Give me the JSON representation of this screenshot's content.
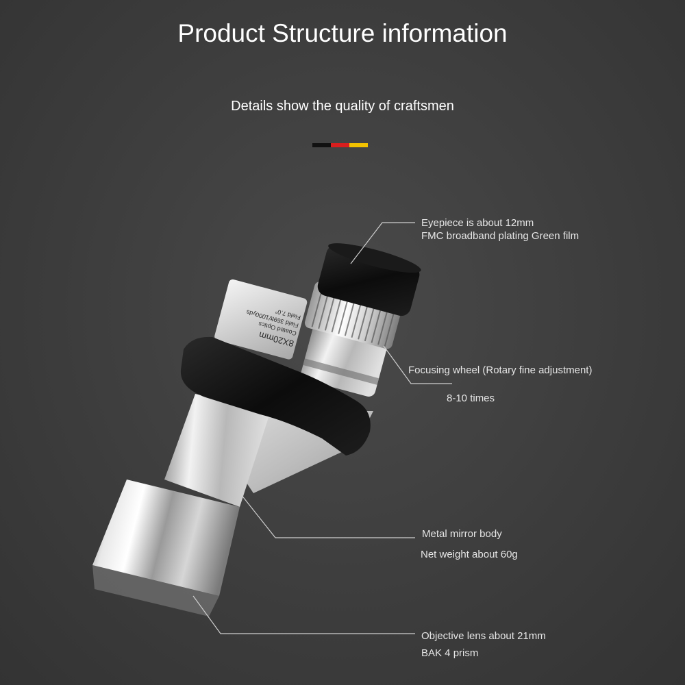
{
  "header": {
    "title": "Product Structure information",
    "subtitle": "Details show the quality of craftsmen"
  },
  "flag_stripes": [
    "#111111",
    "#d81e1e",
    "#f2c200"
  ],
  "product_label": {
    "line1": "8X20mm",
    "line2": "Coated Optics",
    "line3": "Field 369ft/1000yds",
    "line4": "Field 7.0°"
  },
  "callouts": {
    "eyepiece": {
      "line1": "Eyepiece is about 12mm",
      "line2": "FMC broadband plating Green film"
    },
    "focus": {
      "line1": "Focusing wheel (Rotary fine adjustment)",
      "line2": "8-10 times"
    },
    "body": {
      "line1": "Metal mirror body",
      "line2": "Net weight about 60g"
    },
    "objective": {
      "line1": "Objective lens about 21mm",
      "line2": "BAK 4 prism"
    }
  }
}
